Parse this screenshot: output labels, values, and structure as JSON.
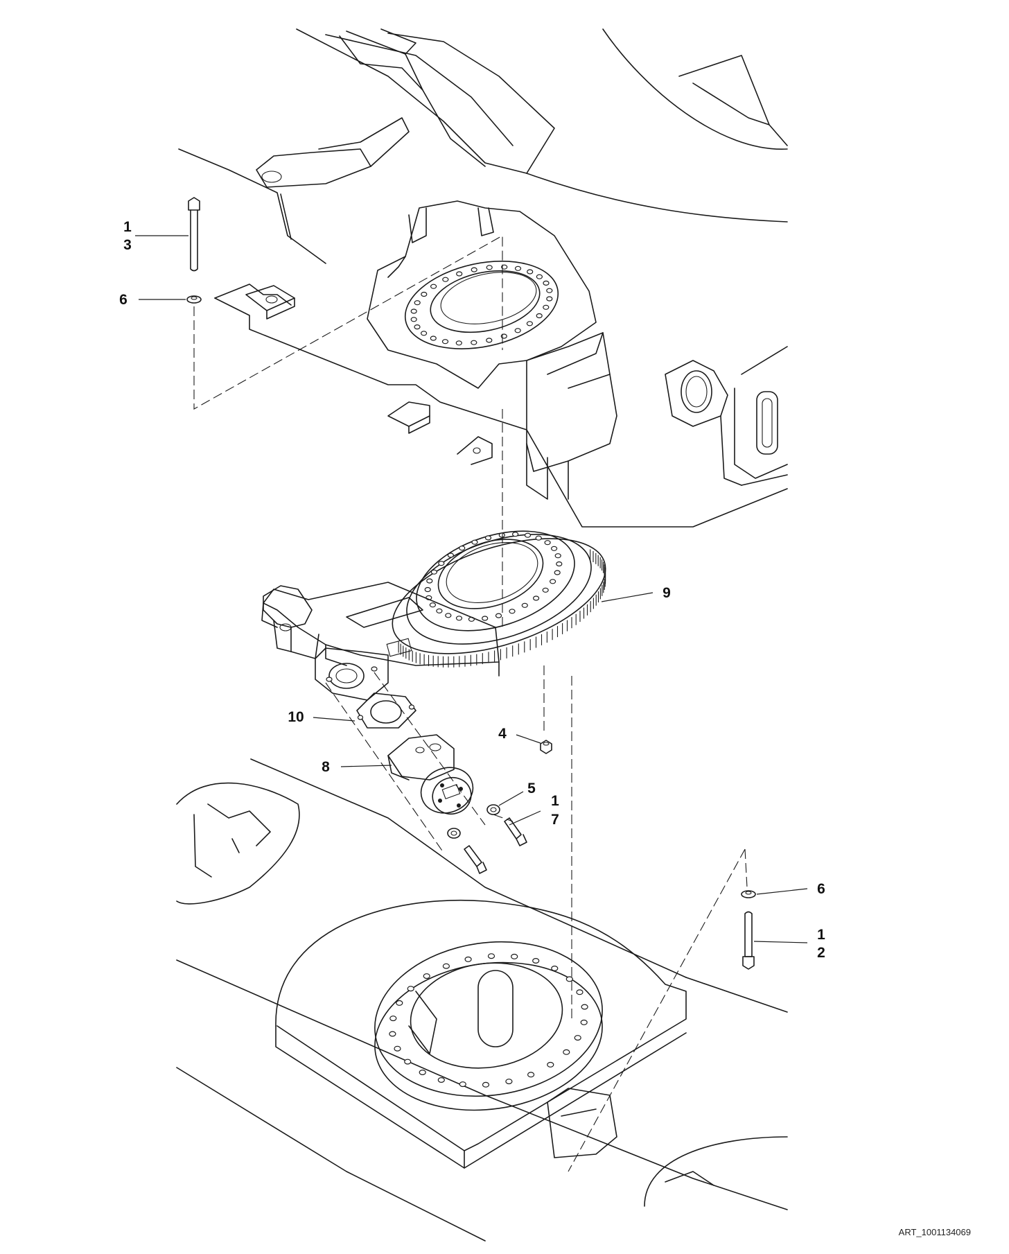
{
  "callouts": {
    "top_bolt_item": "1",
    "top_bolt_qty": "3",
    "top_washer": "6",
    "slew_ring": "9",
    "gasket": "10",
    "nut": "4",
    "motor": "8",
    "motor_washer": "5",
    "motor_bolt_item": "1",
    "motor_bolt_qty": "7",
    "bottom_washer": "6",
    "bottom_bolt_item": "1",
    "bottom_bolt_qty": "2"
  },
  "art_id": "ART_1001134069",
  "colors": {
    "line": "#1a1a1a",
    "background": "#ffffff"
  },
  "icons": [
    "hex-bolt-icon",
    "washer-icon",
    "nut-icon",
    "slew-ring-icon",
    "hydraulic-motor-icon",
    "gasket-icon"
  ]
}
